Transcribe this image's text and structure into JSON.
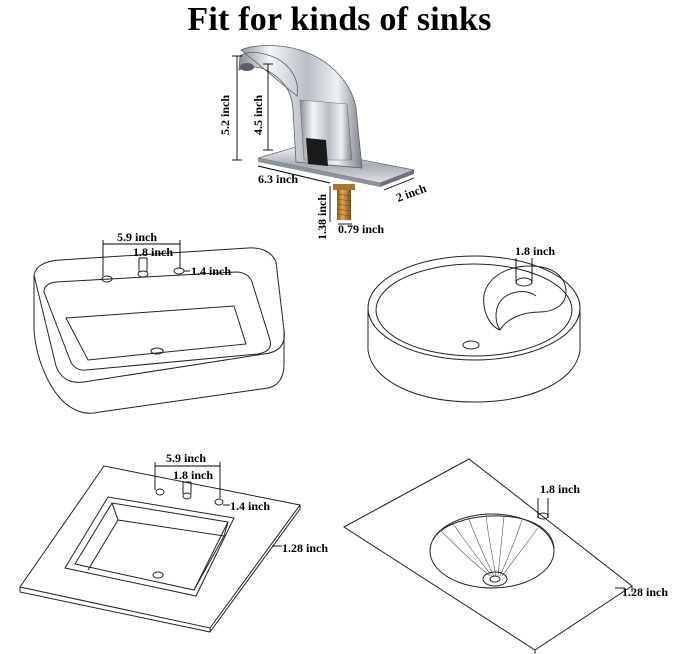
{
  "title": "Fit for kinds of sinks",
  "faucet": {
    "height_total": "5.2 inch",
    "height_spout": "4.5 inch",
    "plate_length": "6.3 inch",
    "plate_width": "2 inch",
    "shank_length": "1.38 inch",
    "shank_diameter": "0.79 inch"
  },
  "sink_rect_vessel": {
    "spread": "5.9 inch",
    "hole_gap": "1.8 inch",
    "hole_diameter": "1.4 inch"
  },
  "sink_round_vessel": {
    "hole_diameter": "1.8 inch"
  },
  "sink_countertop_square": {
    "spread": "5.9 inch",
    "hole_gap": "1.8 inch",
    "hole_diameter": "1.4 inch",
    "thickness": "1.28 inch"
  },
  "sink_countertop_oval": {
    "hole_diameter": "1.8 inch",
    "thickness": "1.28 inch"
  }
}
